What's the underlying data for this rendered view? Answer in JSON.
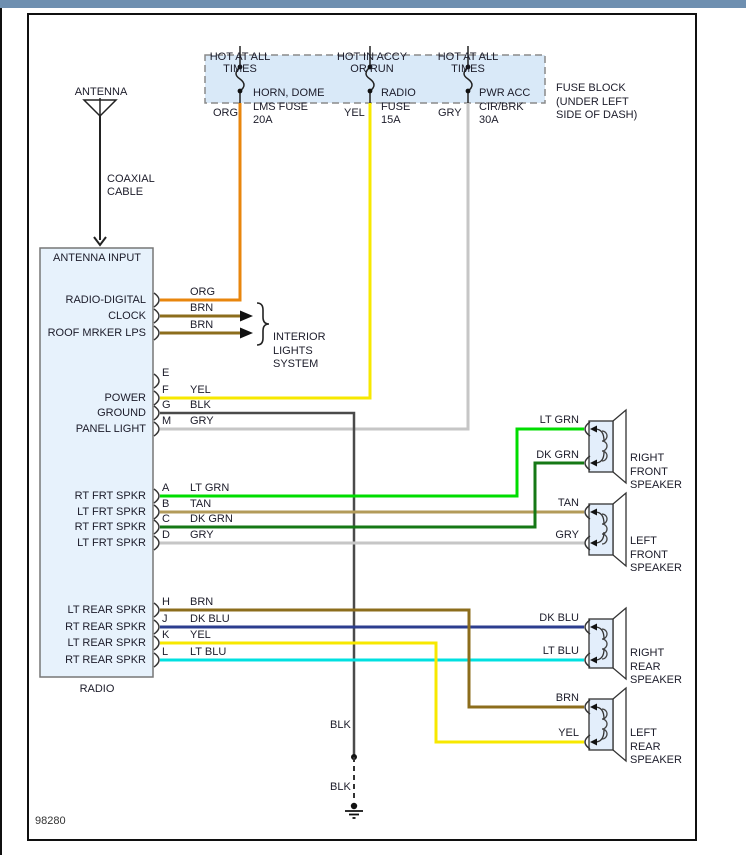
{
  "doc_number": "98280",
  "fuse_block": {
    "note": [
      "FUSE BLOCK",
      "(UNDER LEFT",
      "SIDE OF DASH)"
    ],
    "feeds": [
      {
        "hot": [
          "HOT AT ALL",
          "TIMES"
        ],
        "fuse": [
          "HORN, DOME",
          "LMS FUSE",
          "20A"
        ],
        "wire": "ORG"
      },
      {
        "hot": [
          "HOT IN ACCY",
          "OR RUN"
        ],
        "fuse": [
          "RADIO",
          "FUSE",
          "15A"
        ],
        "wire": "YEL"
      },
      {
        "hot": [
          "HOT AT ALL",
          "TIMES"
        ],
        "fuse": [
          "PWR ACC",
          "CIR/BRK",
          "30A"
        ],
        "wire": "GRY"
      }
    ]
  },
  "antenna": {
    "label": "ANTENNA",
    "cable": [
      "COAXIAL",
      "CABLE"
    ]
  },
  "radio": {
    "input_label": "ANTENNA INPUT",
    "name": "RADIO",
    "pins": [
      {
        "label": "RADIO-DIGITAL",
        "wire": "ORG"
      },
      {
        "label": "CLOCK",
        "wire": "BRN"
      },
      {
        "label": "ROOF MRKER LPS",
        "wire": "BRN"
      },
      {
        "letter": "E"
      },
      {
        "letter": "F",
        "label": "POWER",
        "wire": "YEL"
      },
      {
        "letter": "G",
        "label": "GROUND",
        "wire": "BLK"
      },
      {
        "letter": "M",
        "label": "PANEL LIGHT",
        "wire": "GRY"
      },
      {
        "letter": "A",
        "label": "RT FRT SPKR",
        "wire": "LT GRN"
      },
      {
        "letter": "B",
        "label": "LT FRT SPKR",
        "wire": "TAN"
      },
      {
        "letter": "C",
        "label": "RT FRT SPKR",
        "wire": "DK GRN"
      },
      {
        "letter": "D",
        "label": "LT FRT SPKR",
        "wire": "GRY"
      },
      {
        "letter": "H",
        "label": "LT REAR SPKR",
        "wire": "BRN"
      },
      {
        "letter": "J",
        "label": "RT REAR SPKR",
        "wire": "DK BLU"
      },
      {
        "letter": "K",
        "label": "LT REAR SPKR",
        "wire": "YEL"
      },
      {
        "letter": "L",
        "label": "RT REAR SPKR",
        "wire": "LT BLU"
      }
    ]
  },
  "interior_lights": [
    "INTERIOR",
    "LIGHTS",
    "SYSTEM"
  ],
  "speakers": [
    {
      "label": [
        "RIGHT",
        "FRONT",
        "SPEAKER"
      ],
      "top": "LT GRN",
      "bottom": "DK GRN"
    },
    {
      "label": [
        "LEFT",
        "FRONT",
        "SPEAKER"
      ],
      "top": "TAN",
      "bottom": "GRY"
    },
    {
      "label": [
        "RIGHT",
        "REAR",
        "SPEAKER"
      ],
      "top": "DK BLU",
      "bottom": "LT BLU"
    },
    {
      "label": [
        "LEFT",
        "REAR",
        "SPEAKER"
      ],
      "top": "BRN",
      "bottom": "YEL"
    }
  ],
  "ground": {
    "splice_label": "BLK",
    "ground_label": "BLK"
  },
  "wire_colors": {
    "ORG": "#e8860d",
    "YEL": "#f7e800",
    "GRY": "#c6c6c6",
    "BLK": "#4a4a4a",
    "BRN": "#8c6d1c",
    "LT GRN": "#00dd00",
    "DK GRN": "#157815",
    "TAN": "#b39b5a",
    "DK BLU": "#2c3e8f",
    "LT BLU": "#00e0e0"
  },
  "ui_colors": {
    "top_bar": "#6e8fb0",
    "fuse_block_fill": "#d9e9f8",
    "component_fill": "#e7f2fc",
    "frame_border": "#101010"
  }
}
